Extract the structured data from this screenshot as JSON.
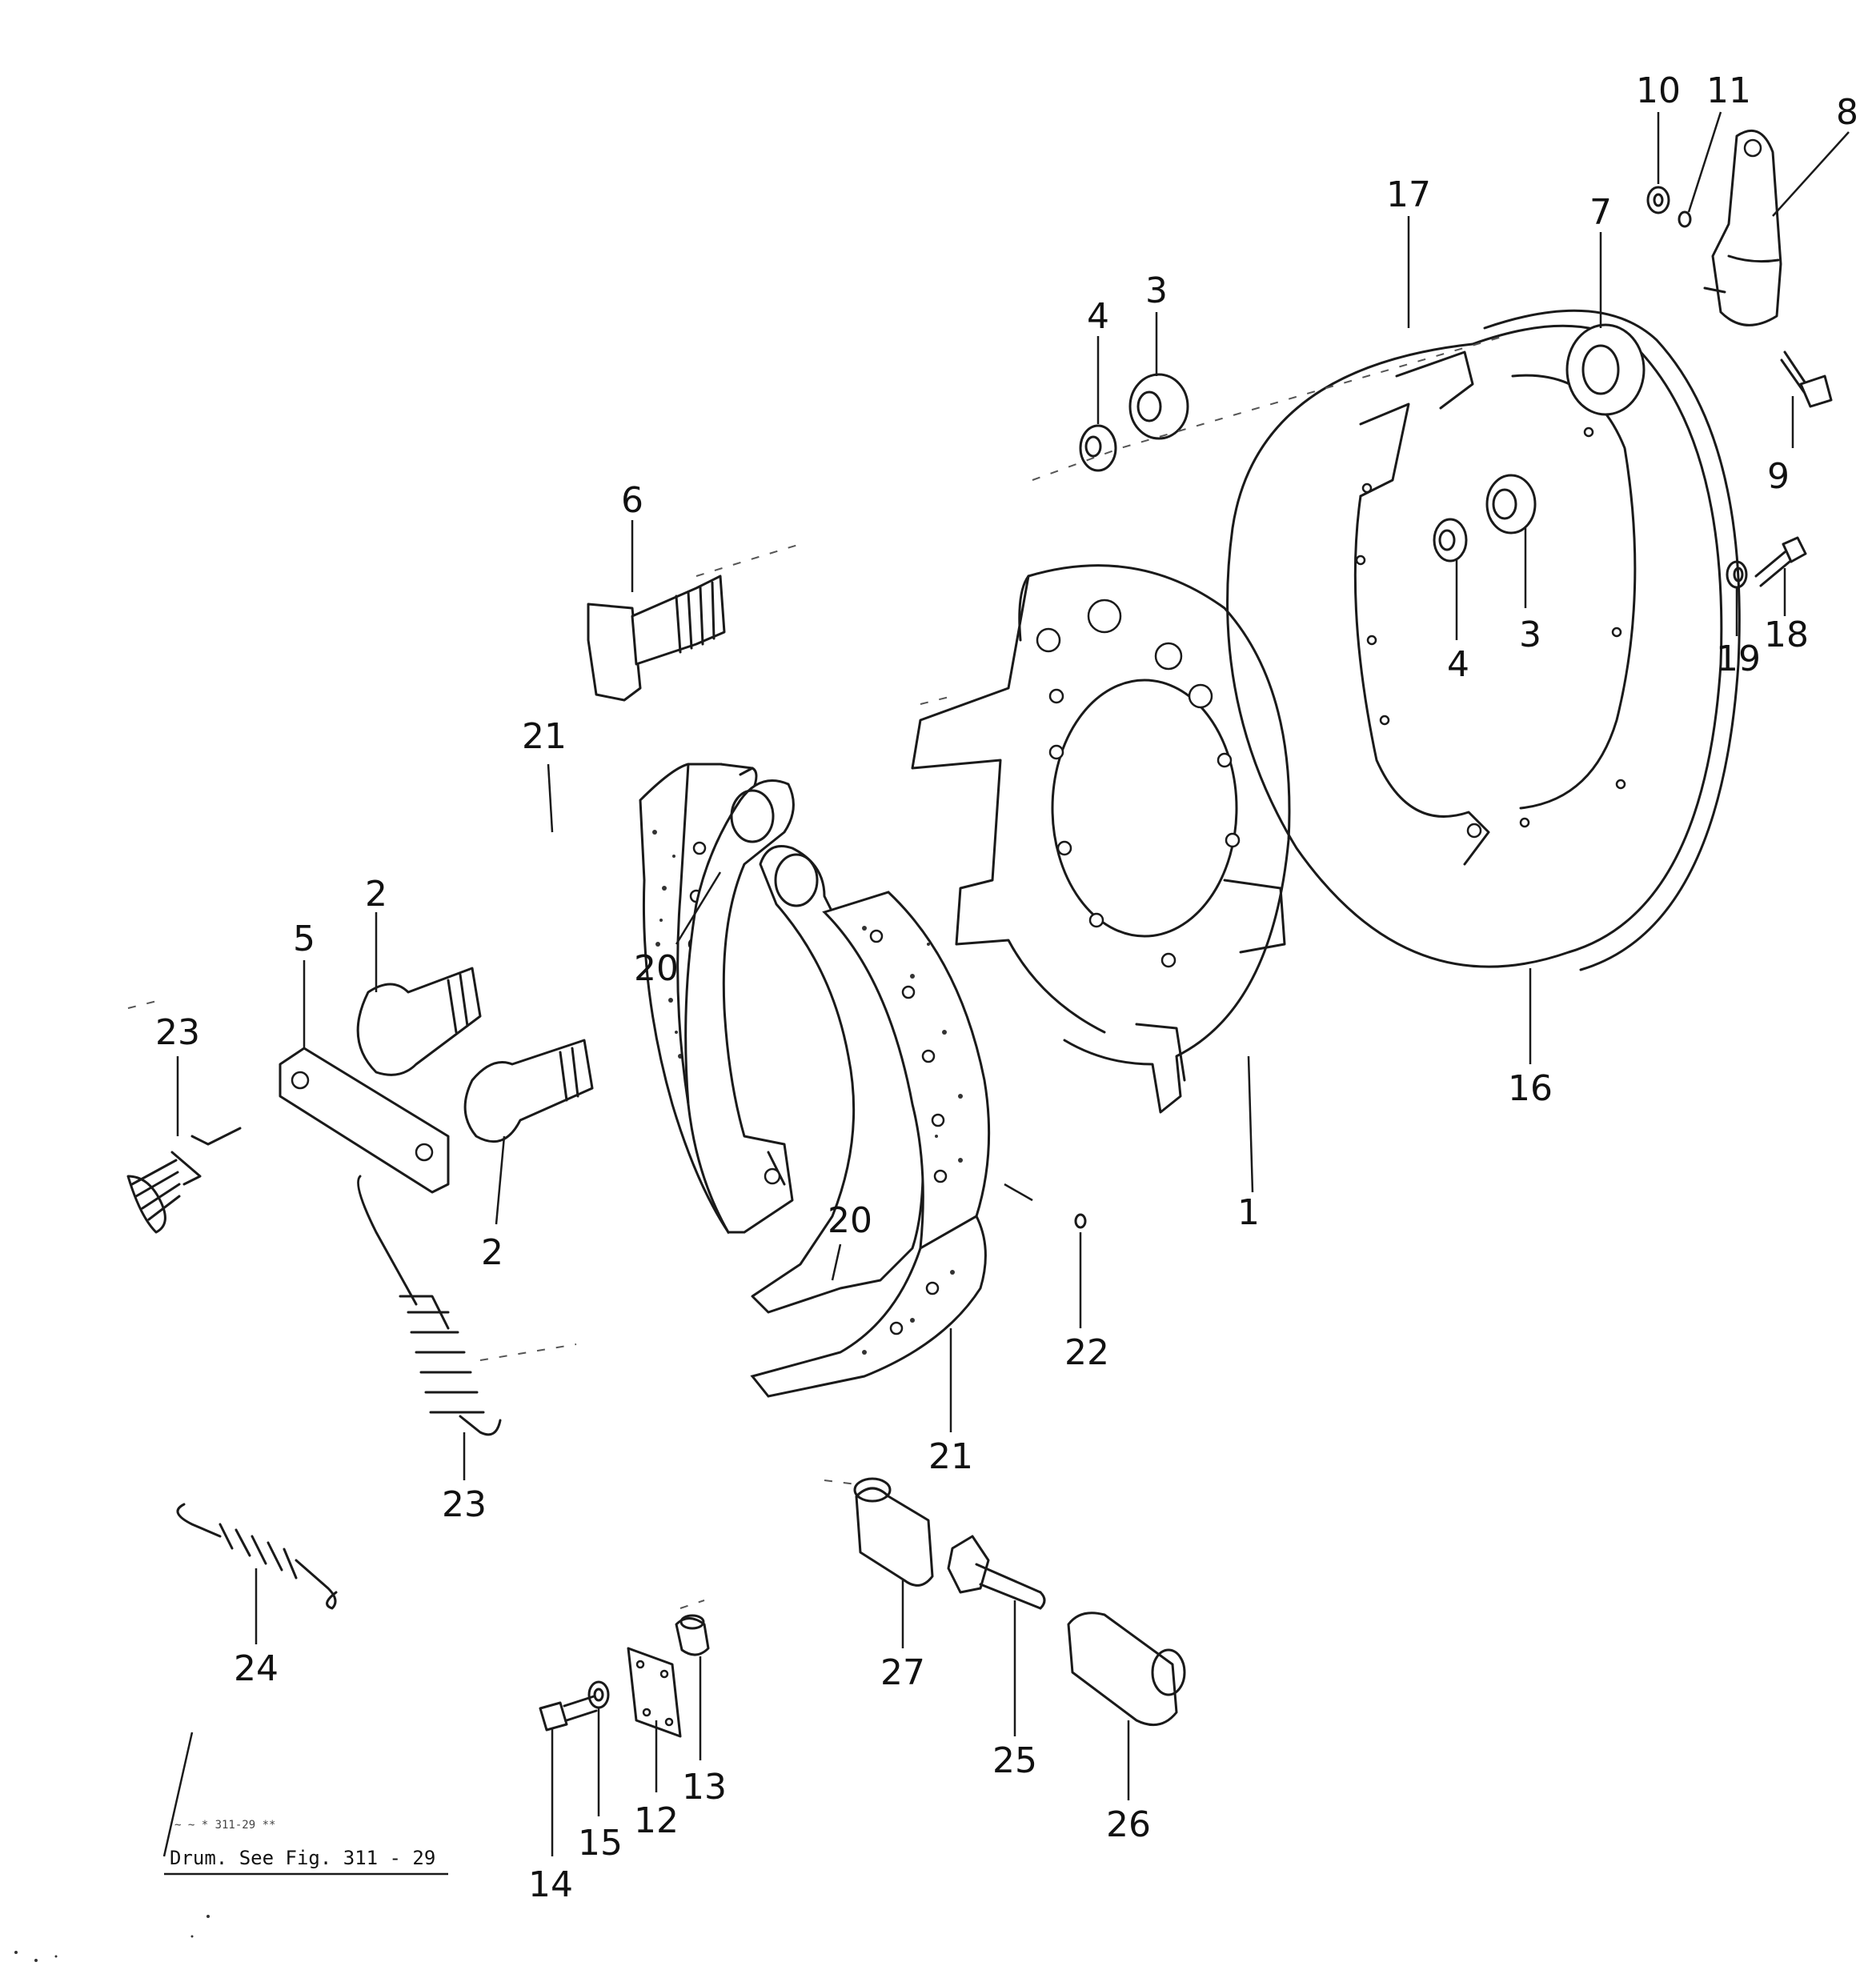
{
  "callouts": {
    "c1": "1",
    "c2a": "2",
    "c2b": "2",
    "c3a": "3",
    "c3b": "3",
    "c4a": "4",
    "c4b": "4",
    "c5": "5",
    "c6": "6",
    "c7": "7",
    "c8": "8",
    "c9": "9",
    "c10": "10",
    "c11": "11",
    "c12": "12",
    "c13": "13",
    "c14": "14",
    "c15": "15",
    "c16": "16",
    "c17": "17",
    "c18": "18",
    "c19": "19",
    "c20a": "20",
    "c20b": "20",
    "c21a": "21",
    "c21b": "21",
    "c22": "22",
    "c23a": "23",
    "c23b": "23",
    "c24": "24",
    "c25": "25",
    "c26": "26",
    "c27": "27"
  },
  "note": {
    "upper_line": "~ ~   * 311-29  **",
    "reference": "Drum. See Fig. 311 - 29"
  }
}
